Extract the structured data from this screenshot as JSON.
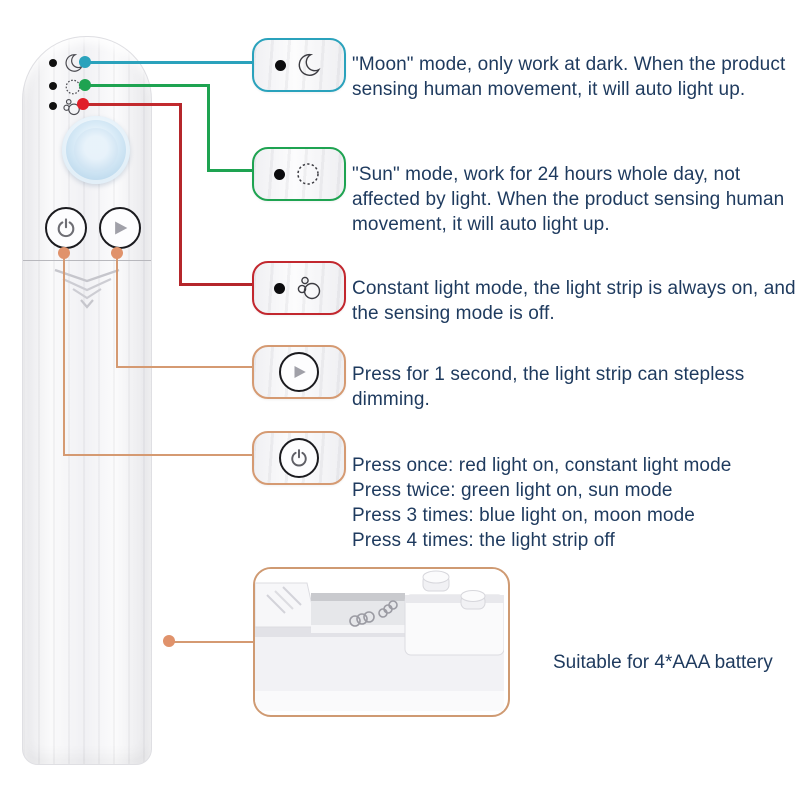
{
  "title": "Motion sensor light strip controller infographic",
  "colors": {
    "text_navy": "#1e3a5e",
    "moon_accent": "#2aa2bc",
    "sun_accent": "#1ea351",
    "constant_accent": "#d8232b",
    "constant_line": "#b5262b",
    "orange_accent": "#d59a72",
    "orange_dot": "#e0926b",
    "sensor_blue": "#c9e0f1"
  },
  "device": {
    "indicator_icons": [
      "moon-icon",
      "sun-icon",
      "constant-light-icon"
    ],
    "button_icons": [
      "power-icon",
      "play-icon"
    ],
    "sensor": "pir-motion-sensor-dome"
  },
  "callouts": [
    {
      "id": "moon-mode",
      "icon": "moon-icon",
      "text": "\"Moon\" mode, only work at dark. When the product sensing human movement, it will auto light up."
    },
    {
      "id": "sun-mode",
      "icon": "sun-icon",
      "text": "\"Sun\" mode, work for 24 hours whole day, not affected by light. When the product sensing human movement, it will auto light up."
    },
    {
      "id": "constant-light-mode",
      "icon": "constant-light-icon",
      "text": "Constant light mode, the light strip is always on, and the sensing mode is off."
    },
    {
      "id": "stepless-dimming",
      "icon": "play-icon",
      "text": "Press for 1 second, the light strip can stepless dimming."
    },
    {
      "id": "power-press-sequence",
      "icon": "power-icon",
      "text": "Press once: red light on, constant light mode\nPress twice: green light on, sun mode\nPress 3 times: blue light on, moon mode\nPress 4 times: the light strip off"
    }
  ],
  "battery": {
    "text": "Suitable for 4*AAA battery"
  }
}
